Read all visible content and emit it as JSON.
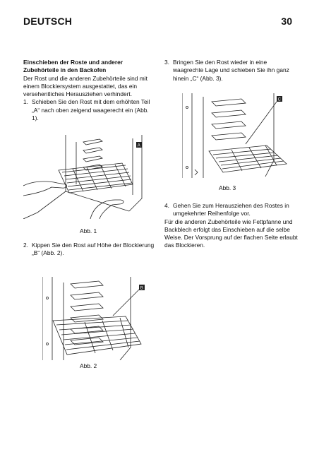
{
  "header": {
    "language": "DEUTSCH",
    "page_number": "30"
  },
  "left_column": {
    "heading_line1": "Einschieben der Roste und anderer",
    "heading_line2": "Zubehörteile in den Backofen",
    "intro": "Der Rost und die anderen Zubehörteile sind mit einem Blockiersystem ausgestattet, das ein versehentliches Herausziehen verhindert.",
    "step1_num": "1.",
    "step1_text": "Schieben Sie den Rost mit dem erhöhten Teil „A“ nach oben zeigend waagerecht ein (Abb. 1).",
    "step2_num": "2.",
    "step2_text": "Kippen Sie den Rost auf Höhe der Blockierung „B“ (Abb. 2)."
  },
  "right_column": {
    "step3_num": "3.",
    "step3_text": "Bringen Sie den Rost wieder in eine waagrechte Lage und schieben Sie ihn ganz hinein „C“ (Abb. 3).",
    "step4_num": "4.",
    "step4_text": "Gehen Sie zum Herausziehen des Rostes in umgekehrter Reihenfolge vor.",
    "outro": "Für die anderen Zubehörteile wie Fettpfanne und Backblech erfolgt das Einschieben auf die selbe Weise. Der Vorsprung auf der flachen Seite erlaubt das Blockieren."
  },
  "figures": {
    "fig1": {
      "caption": "Abb. 1",
      "label": "A"
    },
    "fig2": {
      "caption": "Abb. 2",
      "label": "B"
    },
    "fig3": {
      "caption": "Abb. 3",
      "label": "C"
    }
  }
}
